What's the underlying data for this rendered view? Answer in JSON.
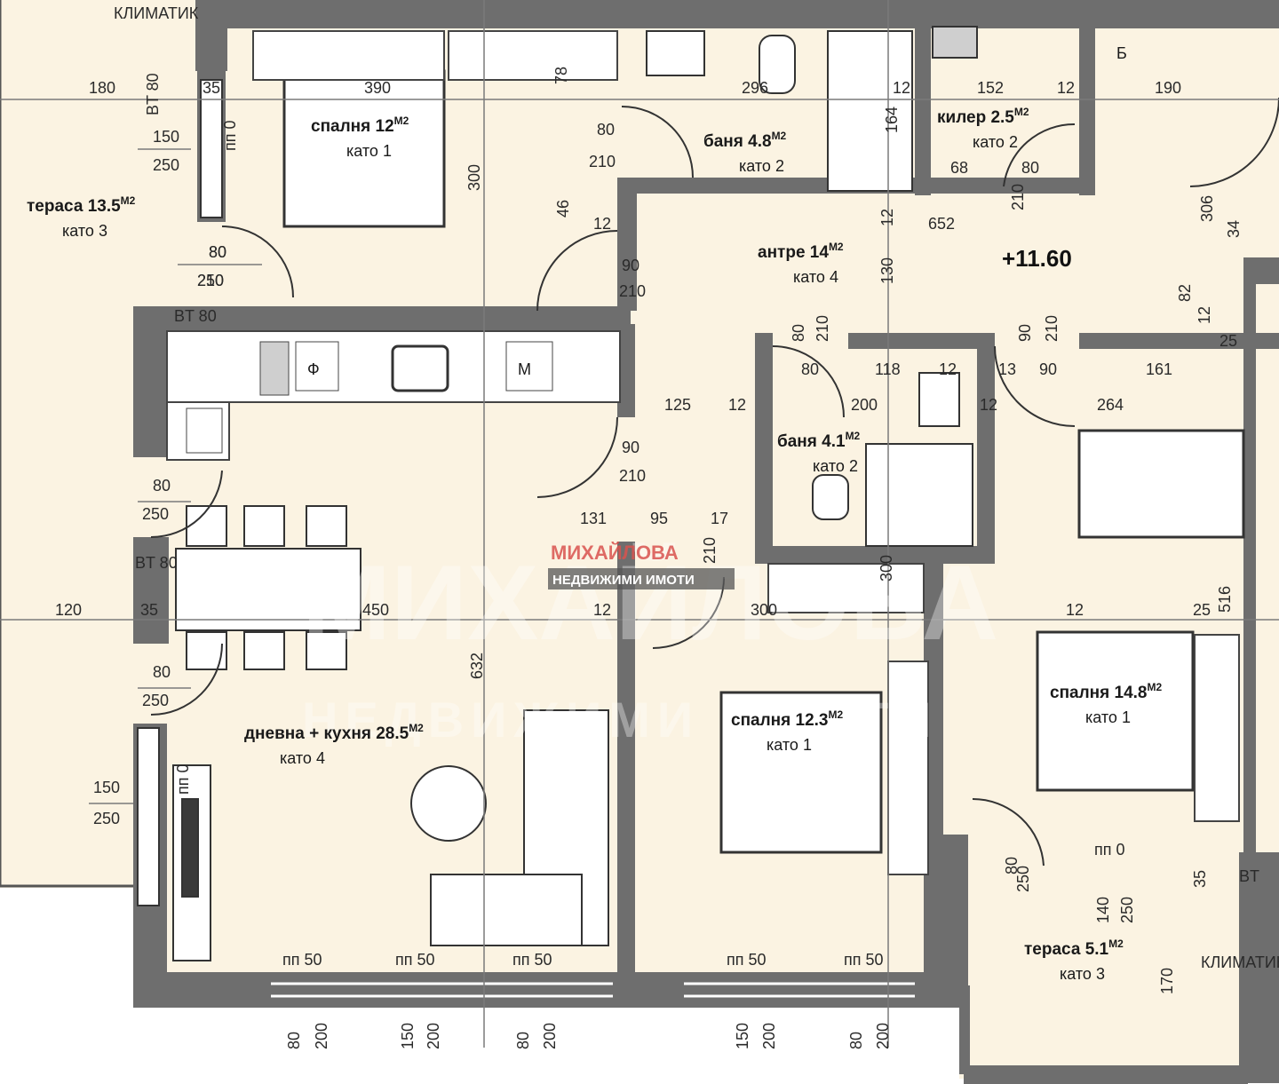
{
  "level": "+11.60",
  "colors": {
    "floor": "#fbf3e2",
    "wall": "#6e6e6e",
    "wall_dark": "#3a3a3a",
    "line": "#444444",
    "furniture": "#ffffff",
    "watermark_red": "#d9534f"
  },
  "rooms": [
    {
      "name": "тераса 13.5",
      "unit": "M2",
      "floor": "като 3"
    },
    {
      "name": "спалня 12",
      "unit": "M2",
      "floor": "като 1"
    },
    {
      "name": "баня 4.8",
      "unit": "M2",
      "floor": "като 2"
    },
    {
      "name": "килер 2.5",
      "unit": "M2",
      "floor": "като 2"
    },
    {
      "name": "антре 14",
      "unit": "M2",
      "floor": "като 4"
    },
    {
      "name": "баня 4.1",
      "unit": "M2",
      "floor": "като 2"
    },
    {
      "name": "дневна + кухня 28.5",
      "unit": "M2",
      "floor": "като 4"
    },
    {
      "name": "спалня 12.3",
      "unit": "M2",
      "floor": "като 1"
    },
    {
      "name": "спалня 14.8",
      "unit": "M2",
      "floor": "като 1"
    },
    {
      "name": "тераса 5.1",
      "unit": "M2",
      "floor": "като 3"
    }
  ],
  "dims": [
    "180",
    "35",
    "390",
    "78",
    "296",
    "12",
    "152",
    "12",
    "190",
    "150",
    "250",
    "80",
    "210",
    "300",
    "80",
    "210",
    "46",
    "12",
    "164",
    "68",
    "80",
    "210",
    "12",
    "652",
    "306",
    "34",
    "80",
    "250",
    "90",
    "210",
    "130",
    "82",
    "12",
    "25",
    "80",
    "210",
    "90",
    "210",
    "80",
    "118",
    "12",
    "13",
    "90",
    "161",
    "125",
    "12",
    "200",
    "12",
    "264",
    "90",
    "210",
    "131",
    "95",
    "17",
    "210",
    "80",
    "250",
    "120",
    "35",
    "450",
    "12",
    "300",
    "12",
    "300",
    "516",
    "25",
    "632",
    "80",
    "250",
    "150",
    "250",
    "80",
    "250",
    "140",
    "250",
    "35",
    "170"
  ],
  "bottom_dims": [
    "80",
    "200",
    "150",
    "200",
    "80",
    "200",
    "150",
    "200",
    "80",
    "200"
  ],
  "pp": [
    "пп 0",
    "пп 0",
    "пп 50",
    "пп 50",
    "пп 50",
    "пп 50",
    "пп 50",
    "пп 0"
  ],
  "bt": [
    "BT 80",
    "BT 80",
    "BT 80",
    "BT"
  ],
  "tags": [
    "КЛИМАТИК",
    "Б",
    "Ф",
    "М",
    "КЛИМАТИК"
  ],
  "watermark": {
    "brand": "МИХАЙЛОВА",
    "sub": "НЕДВИЖИМИ ИМОТИ"
  }
}
